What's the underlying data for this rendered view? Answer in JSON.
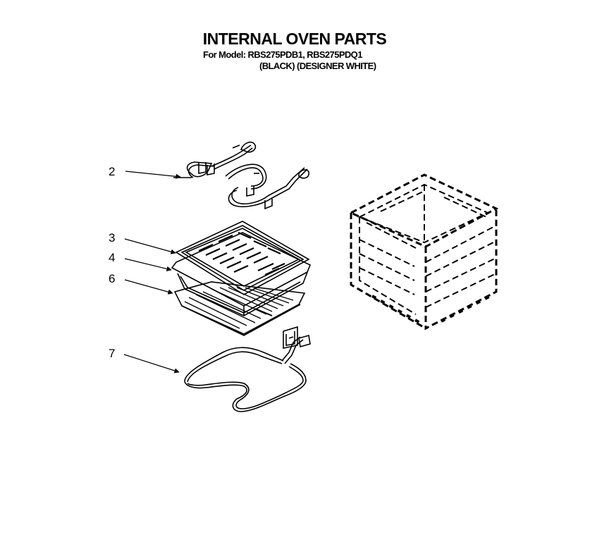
{
  "header": {
    "title": "INTERNAL OVEN PARTS",
    "model_line_1": "For Model: RBS275PDB1, RBS275PDQ1",
    "model_line_2": "(BLACK) (DESIGNER WHITE)"
  },
  "callouts": [
    {
      "id": "2",
      "label": "2",
      "part": "broil-element"
    },
    {
      "id": "3",
      "label": "3",
      "part": "broiler-pan-grid"
    },
    {
      "id": "4",
      "label": "4",
      "part": "broiler-pan"
    },
    {
      "id": "6",
      "label": "6",
      "part": "drip-tray"
    },
    {
      "id": "7",
      "label": "7",
      "part": "bake-element"
    }
  ]
}
